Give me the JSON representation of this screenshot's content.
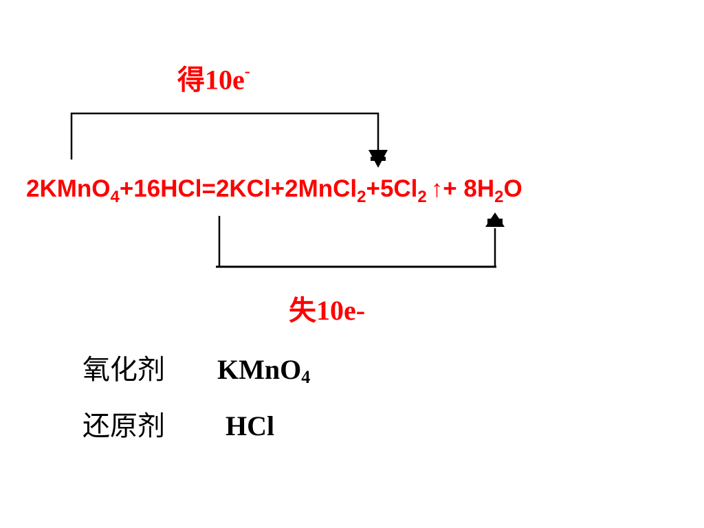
{
  "slide": {
    "gain_label": {
      "prefix": "得10e",
      "sup": "-"
    },
    "loss_label": "失10e-",
    "equation": {
      "part1": "2KMnO",
      "sub1": "4",
      "part2": "+16HCl=2KCl+2MnCl",
      "sub2": "2",
      "part3": "+5Cl",
      "sub3": "2",
      "part4": "↑+ 8H",
      "sub4": "2",
      "part5": "O"
    },
    "oxidizing_agent": {
      "term": "氧化剂",
      "formula_main": "KMnO",
      "formula_sub": "4"
    },
    "reducing_agent": {
      "term": "还原剂",
      "formula": "HCl"
    },
    "colors": {
      "accent": "#ff0000",
      "text": "#000000",
      "line": "#000000"
    }
  }
}
